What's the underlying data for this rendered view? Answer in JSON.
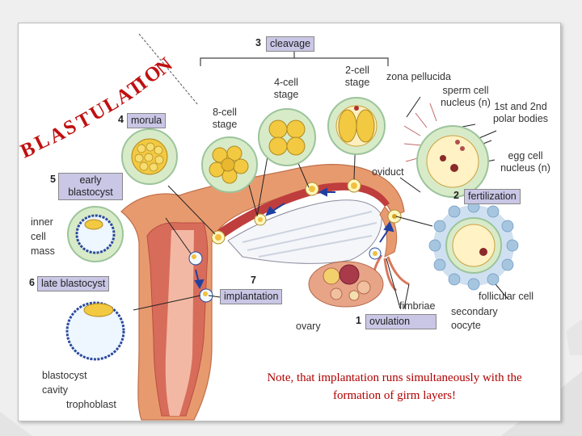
{
  "colors": {
    "arc_text": "#c01010",
    "note_text": "#b00000",
    "stage_box": "#c9c6e6",
    "uterus": "#e89a6f",
    "tube_inner": "#bf3d3d",
    "cell_green": "#d8ebc8",
    "yolk": "#f2c940"
  },
  "arc_title": "BLASTULATION",
  "stages": {
    "cleavage_num": "3",
    "cleavage": "cleavage",
    "morula_num": "4",
    "morula": "morula",
    "early_num": "5",
    "early": "early blastocyst",
    "late_num": "6",
    "late": "late blastocyst",
    "implant_num": "7",
    "implant": "implantation",
    "fert_num": "2",
    "fert": "fertilization",
    "ovul_num": "1",
    "ovul": "ovulation"
  },
  "labels": {
    "two_cell": "2-cell stage",
    "four_cell": "4-cell stage",
    "eight_cell": "8-cell stage",
    "zona": "zona pellucida",
    "sperm": "sperm cell nucleus (n)",
    "polar": "1st and 2nd polar bodies",
    "egg": "egg cell nucleus (n)",
    "oviduct": "oviduct",
    "inner_mass": "inner cell mass",
    "follicular": "follicular cell",
    "secondary": "secondary oocyte",
    "fimbriae": "fimbriae",
    "ovary": "ovary",
    "cavity": "blastocyst cavity",
    "trophoblast": "trophoblast"
  },
  "note": "Note, that implantation runs simultaneously with the formation of girm layers!"
}
